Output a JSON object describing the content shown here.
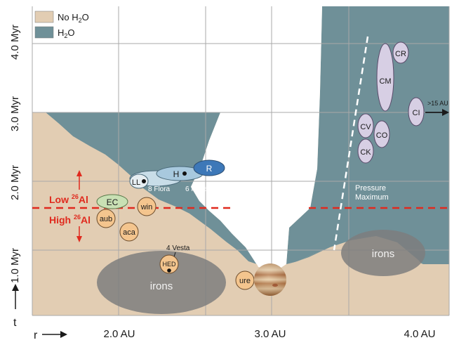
{
  "legend": {
    "no_water": {
      "label_main": "No H",
      "label_sub": "2",
      "label_end": "O",
      "color": "#e2cdb3"
    },
    "water": {
      "label_main": "H",
      "label_sub": "2",
      "label_end": "O",
      "color": "#6f9098"
    }
  },
  "y_axis": {
    "labels": [
      "1.0 Myr",
      "2.0 Myr",
      "3.0 Myr",
      "4.0 Myr"
    ],
    "variable": "t"
  },
  "x_axis": {
    "labels": [
      "2.0 AU",
      "3.0 AU",
      "4.0 AU"
    ],
    "variable": "r"
  },
  "al26": {
    "low_main": "Low ",
    "low_sup": "26",
    "low_end": "Al",
    "high_main": "High ",
    "high_sup": "26",
    "high_end": "Al",
    "color": "#e02a1e"
  },
  "inner_bodies": {
    "ec": "EC",
    "win": "win",
    "aub": "aub",
    "aca": "aca",
    "hed": "HED",
    "ure": "ure",
    "ll": "LL",
    "h": "H",
    "r": "R"
  },
  "asteroid_labels": {
    "vesta": "4 Vesta",
    "flora": "8 Flora",
    "hebe": "6 Hebe"
  },
  "outer_bodies": {
    "cr": "CR",
    "cm": "CM",
    "ci": "CI",
    "cv": "CV",
    "co": "CO",
    "ck": "CK",
    "ci_note": ">15 AU"
  },
  "irons": {
    "inner": "irons",
    "outer": "irons"
  },
  "pressure_max": {
    "line1": "Pressure",
    "line2": "Maximum"
  }
}
